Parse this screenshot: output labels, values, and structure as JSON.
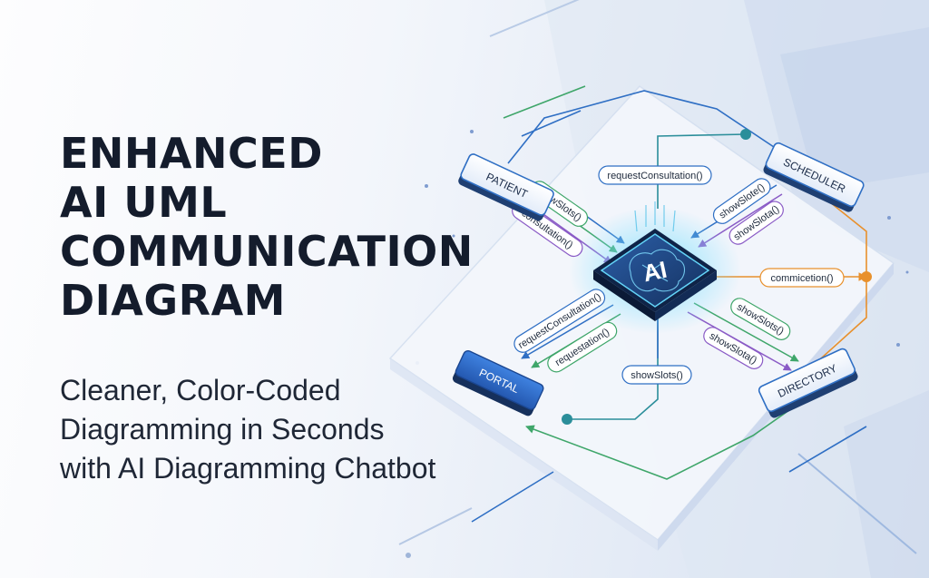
{
  "headline": {
    "lines": [
      "ENHANCED",
      "AI UML",
      "COMMUNICATION",
      "DIAGRAM"
    ]
  },
  "subheadline": {
    "lines": [
      "Cleaner, Color-Coded",
      "Diagramming in Seconds",
      "with AI Diagramming Chatbot"
    ]
  },
  "diagram": {
    "center_chip": "AI",
    "nodes": {
      "patient": "PATIENT",
      "scheduler": "SCHEDULER",
      "portal": "PORTAL",
      "directory": "DIRECTORY"
    },
    "messages": {
      "top": "requestConsultation()",
      "patient_1": "showSlots()",
      "patient_2": "consultation()",
      "scheduler_1": "showSlote()",
      "scheduler_2": "showSlota()",
      "right": "commicetion()",
      "portal_1": "requestConsultation()",
      "portal_2": "requestation()",
      "bottom": "showSlots()",
      "directory_1": "showSlots()",
      "directory_2": "showSlota()"
    },
    "colors": {
      "blue": "#2f6fc4",
      "green": "#3fa66a",
      "purple": "#8a5bc6",
      "orange": "#e8902c",
      "teal": "#2b8e9a",
      "dark": "#1e3d6e"
    }
  }
}
